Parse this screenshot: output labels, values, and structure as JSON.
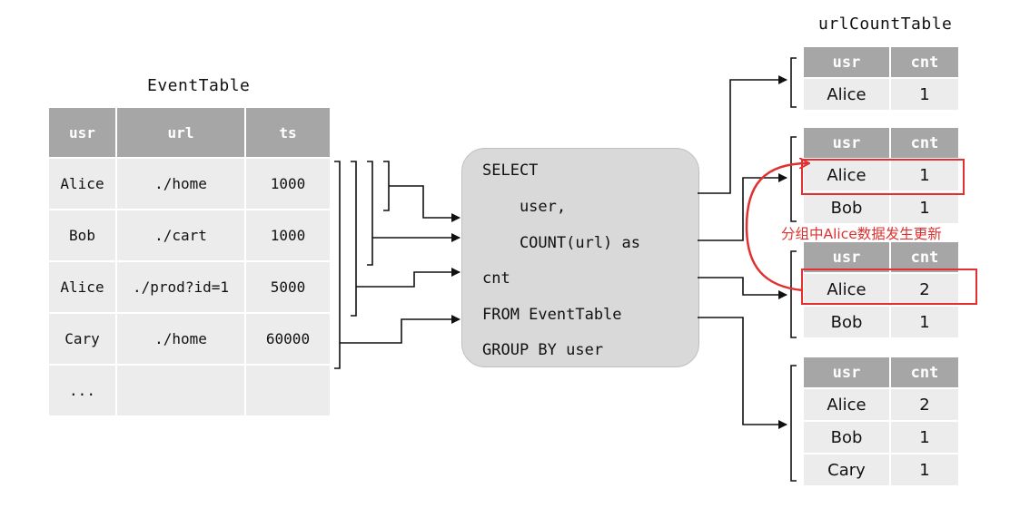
{
  "event_table": {
    "title": "EventTable",
    "headers": [
      "usr",
      "url",
      "ts"
    ],
    "rows": [
      [
        "Alice",
        "./home",
        "1000"
      ],
      [
        "Bob",
        "./cart",
        "1000"
      ],
      [
        "Alice",
        "./prod?id=1",
        "5000"
      ],
      [
        "Cary",
        "./home",
        "60000"
      ],
      [
        "...",
        "",
        ""
      ]
    ]
  },
  "sql": {
    "lines": [
      "SELECT",
      "    user,",
      "    COUNT(url) as",
      "cnt",
      "FROM EventTable",
      "GROUP BY user"
    ]
  },
  "result": {
    "title": "urlCountTable",
    "headers": [
      "usr",
      "cnt"
    ],
    "snapshots": [
      {
        "rows": [
          [
            "Alice",
            "1"
          ]
        ]
      },
      {
        "rows": [
          [
            "Alice",
            "1"
          ],
          [
            "Bob",
            "1"
          ]
        ]
      },
      {
        "rows": [
          [
            "Alice",
            "2"
          ],
          [
            "Bob",
            "1"
          ]
        ]
      },
      {
        "rows": [
          [
            "Alice",
            "2"
          ],
          [
            "Bob",
            "1"
          ],
          [
            "Cary",
            "1"
          ]
        ]
      }
    ]
  },
  "annotation": {
    "text": "分组中Alice数据发生更新",
    "color": "#e0302f"
  }
}
